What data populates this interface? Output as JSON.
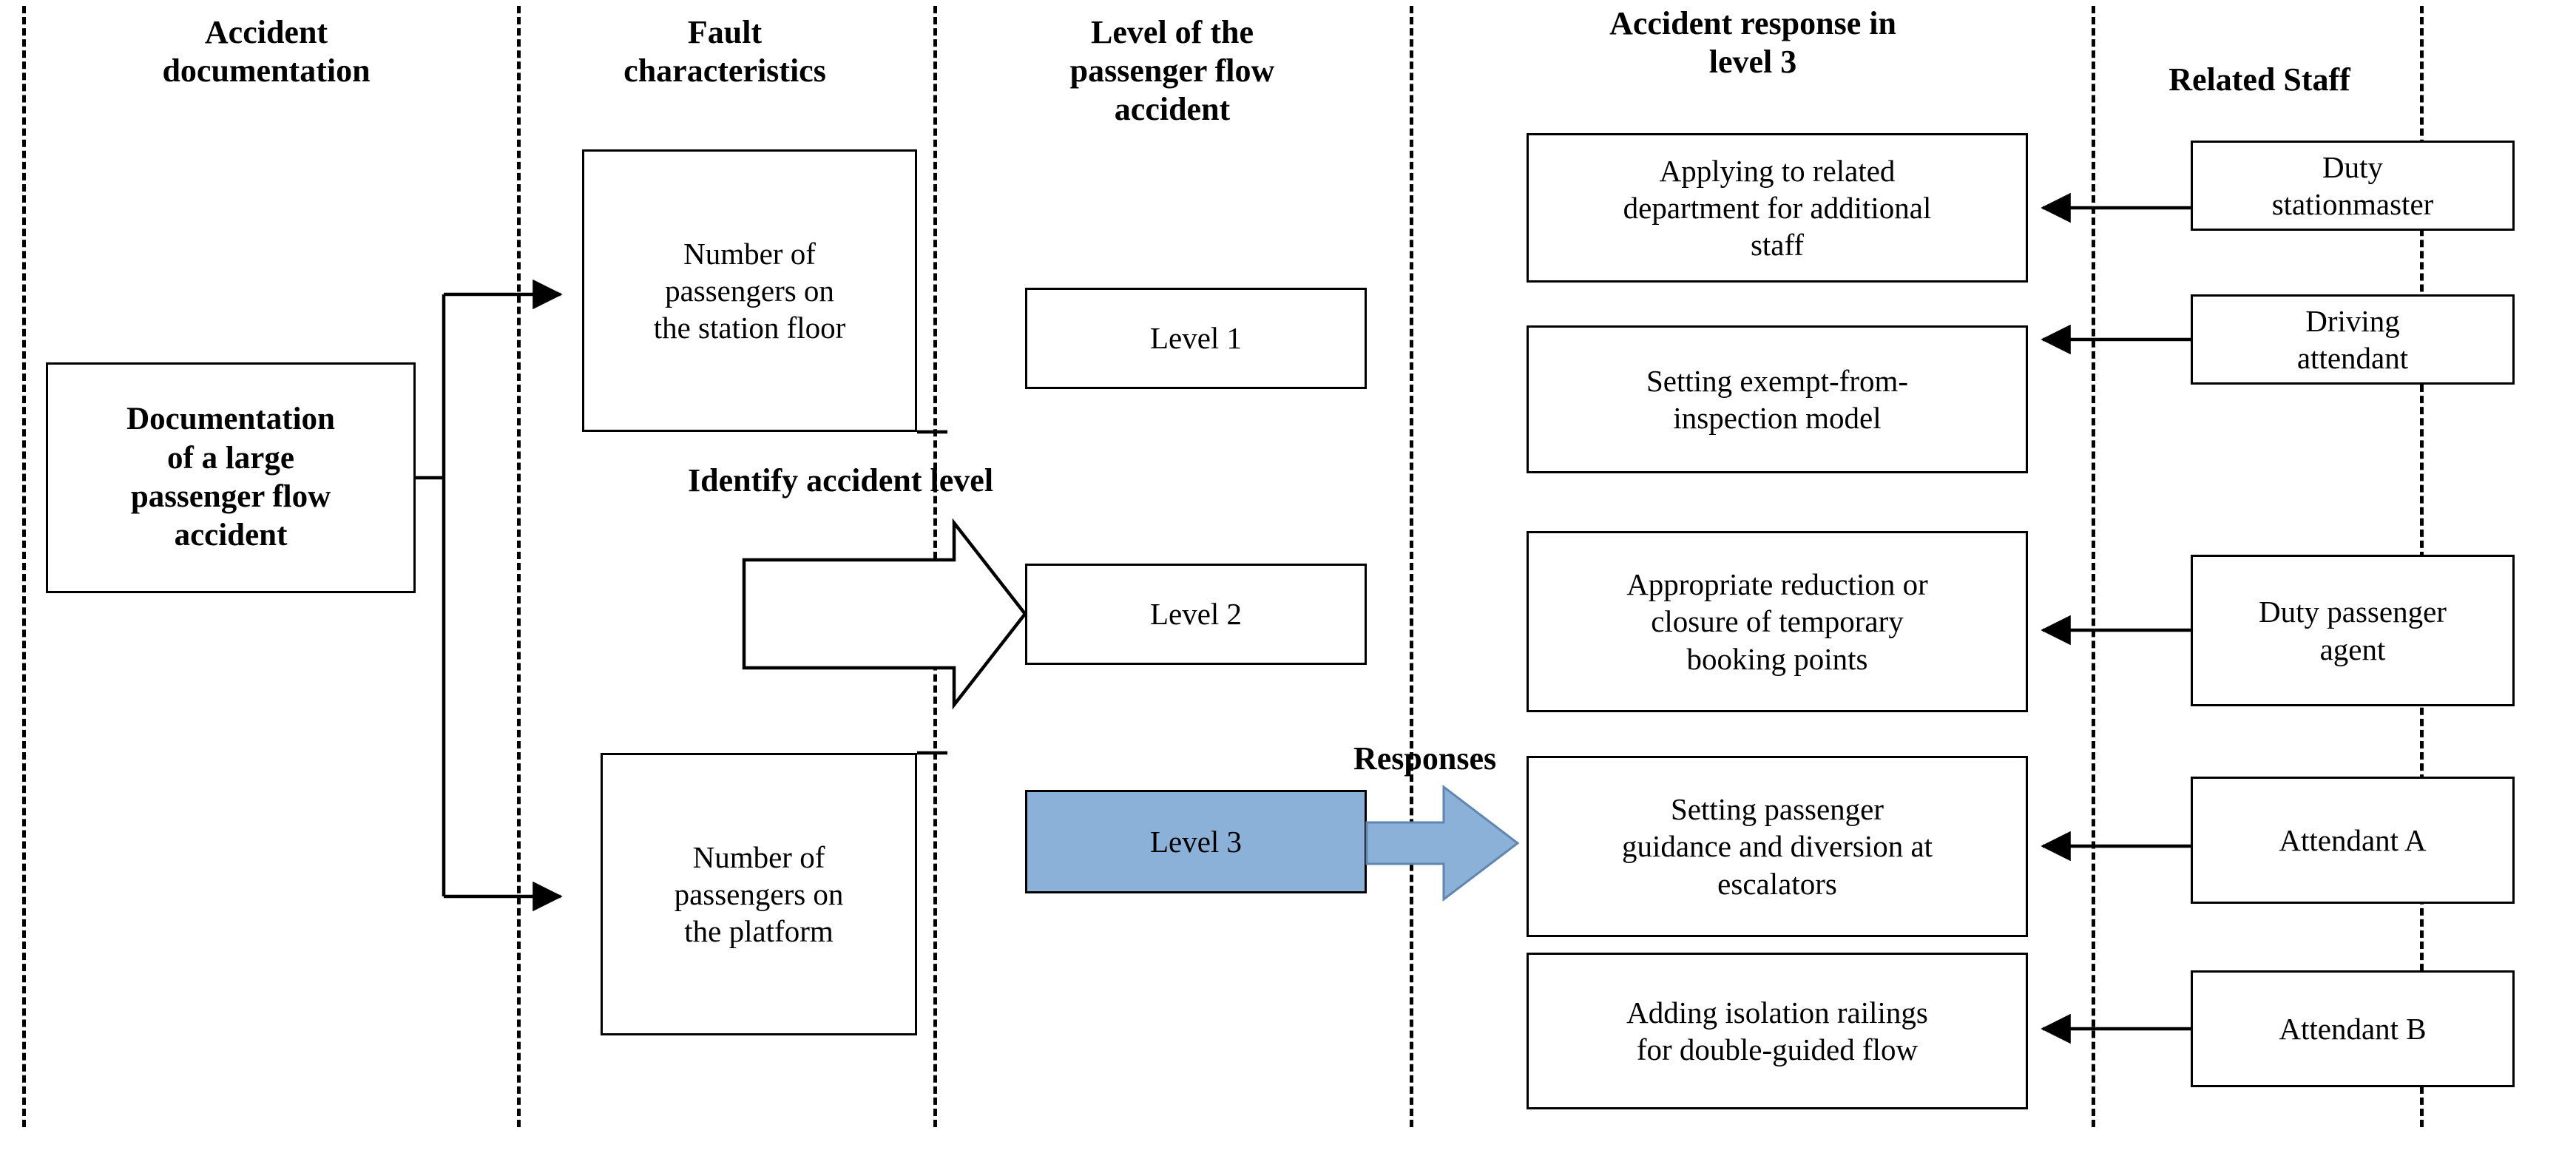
{
  "columns": [
    {
      "id": "accident-documentation",
      "title": "Accident\ndocumentation"
    },
    {
      "id": "fault-characteristics",
      "title": "Fault\ncharacteristics"
    },
    {
      "id": "level-of-accident",
      "title": "Level of the\npassenger flow\naccident"
    },
    {
      "id": "accident-response",
      "title": "Accident response in\nlevel 3"
    },
    {
      "id": "related-staff",
      "title": "Related Staff"
    }
  ],
  "source": {
    "label": "Documentation\nof a large\npassenger flow\naccident"
  },
  "fault_boxes": [
    {
      "label": "Number of\npassengers on\nthe station floor"
    },
    {
      "label": "Number of\npassengers on\nthe platform"
    }
  ],
  "levels": [
    {
      "label": "Level 1",
      "highlighted": false
    },
    {
      "label": "Level 2",
      "highlighted": false
    },
    {
      "label": "Level 3",
      "highlighted": true
    }
  ],
  "responses": [
    {
      "label": "Applying to related\ndepartment for additional\nstaff"
    },
    {
      "label": "Setting exempt-from-\ninspection model"
    },
    {
      "label": "Appropriate reduction or\nclosure of temporary\nbooking points"
    },
    {
      "label": "Setting passenger\nguidance and diversion at\nescalators"
    },
    {
      "label": "Adding isolation railings\nfor double-guided flow"
    }
  ],
  "staff": [
    {
      "label": "Duty\nstationmaster"
    },
    {
      "label": "Driving\nattendant"
    },
    {
      "label": "Duty passenger\nagent"
    },
    {
      "label": "Attendant A"
    },
    {
      "label": "Attendant B"
    }
  ],
  "annotations": {
    "identify": "Identify accident level",
    "responses": "Responses"
  },
  "colors": {
    "level3_fill": "#8BB1D9",
    "stroke": "#000000",
    "background": "#FFFFFF"
  }
}
